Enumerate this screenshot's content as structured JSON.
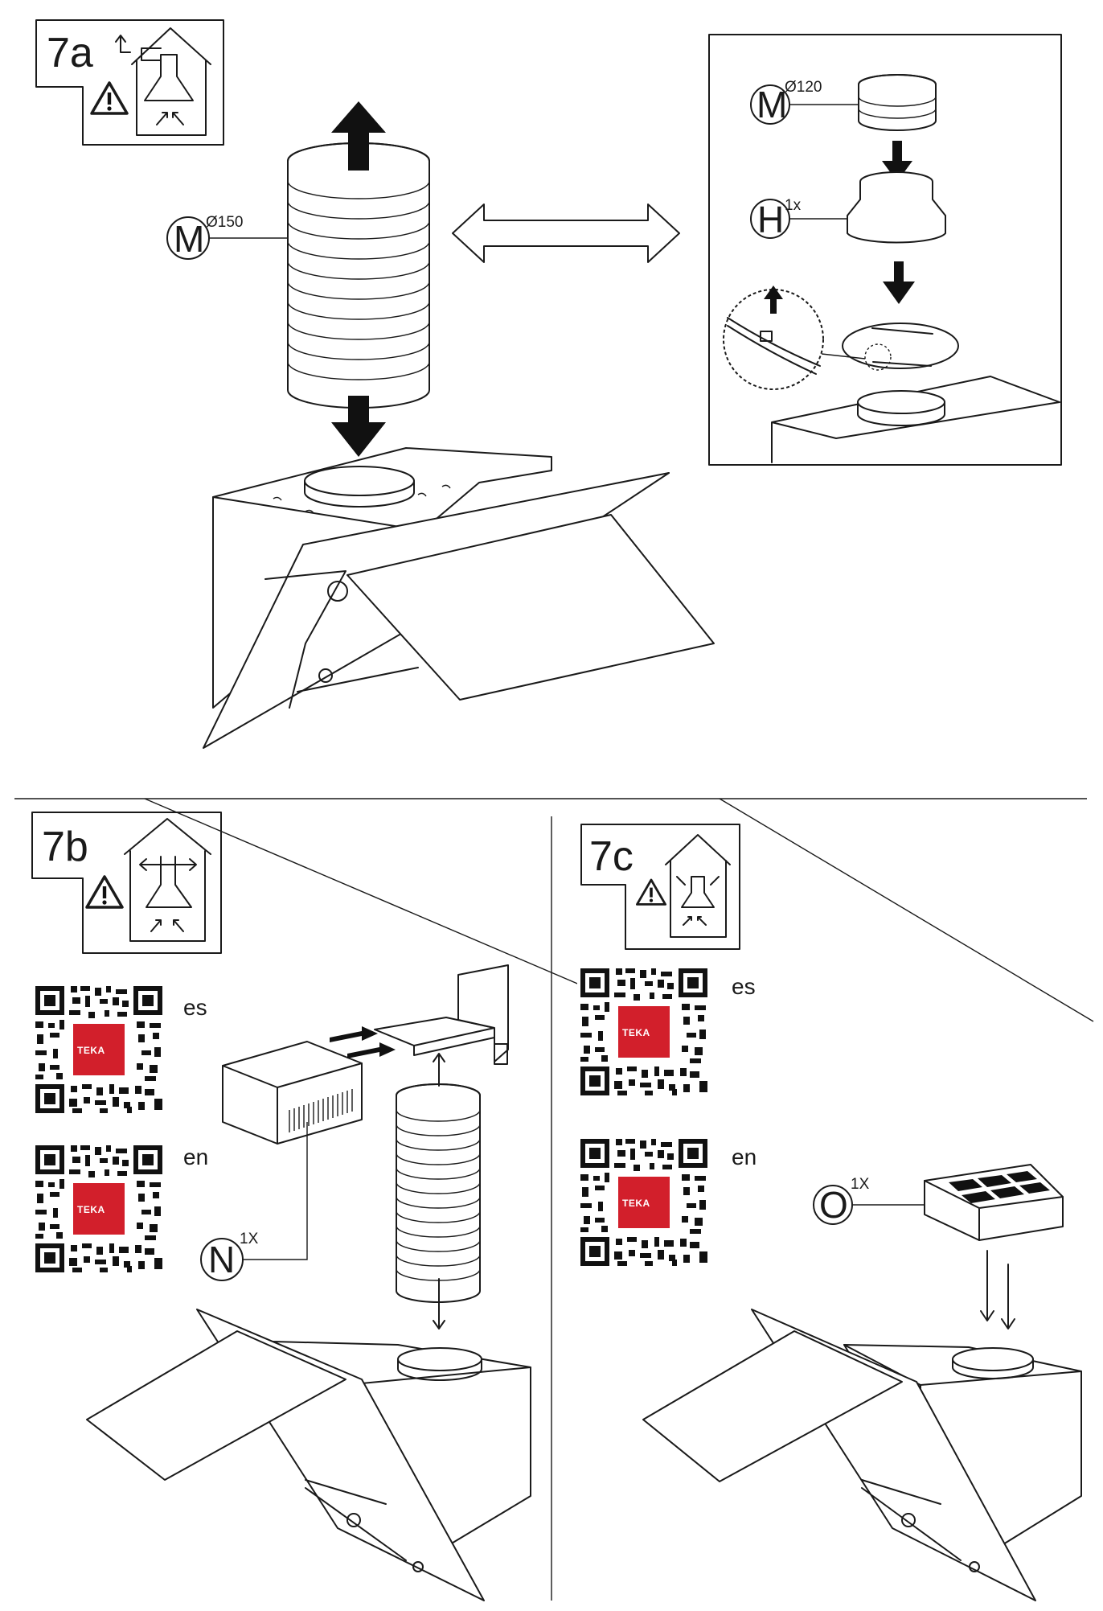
{
  "colors": {
    "ink": "#1a1a1a",
    "brand_red": "#d21f2b",
    "background": "#ffffff"
  },
  "step_7a": {
    "label": "7a",
    "icons": [
      "warning-icon",
      "outlet-ducting-icon"
    ],
    "duct_callout": {
      "letter": "M",
      "size": "Ø150"
    },
    "detail_panel": {
      "duct_callout": {
        "letter": "M",
        "size": "Ø120"
      },
      "adapter_callout": {
        "letter": "H",
        "qty": "1x"
      }
    }
  },
  "step_7b": {
    "label": "7b",
    "icons": [
      "warning-icon",
      "side-outlet-icon"
    ],
    "qr_codes": [
      {
        "lang": "es",
        "brand": "TEKA"
      },
      {
        "lang": "en",
        "brand": "TEKA"
      }
    ],
    "module_callout": {
      "letter": "N",
      "qty": "1X"
    }
  },
  "step_7c": {
    "label": "7c",
    "icons": [
      "warning-icon",
      "recirculation-icon"
    ],
    "qr_codes": [
      {
        "lang": "es",
        "brand": "TEKA"
      },
      {
        "lang": "en",
        "brand": "TEKA"
      }
    ],
    "filter_callout": {
      "letter": "O",
      "qty": "1X"
    }
  }
}
